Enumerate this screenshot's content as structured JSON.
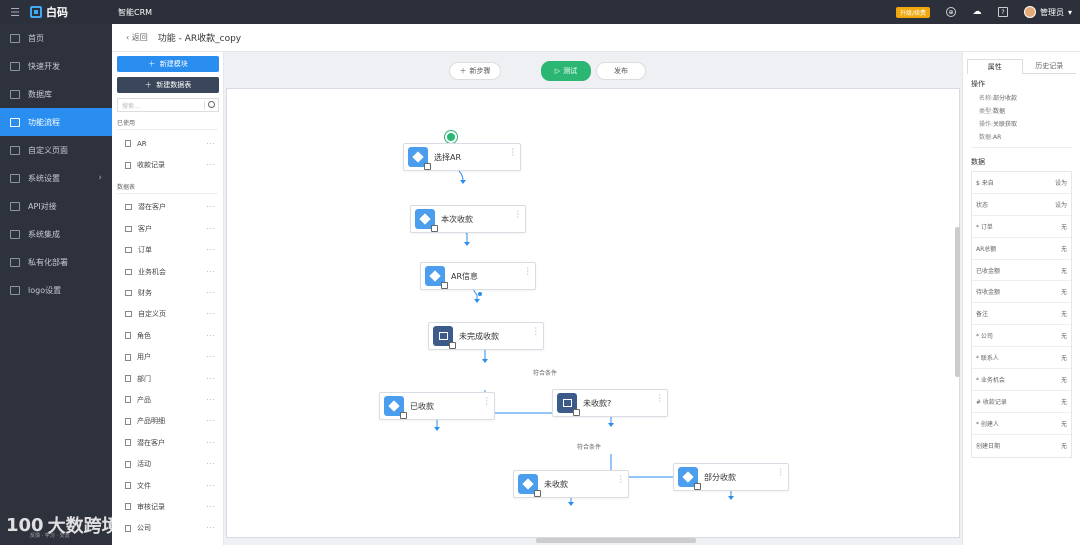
{
  "topbar": {
    "logo_text": "白码",
    "app_name": "智能CRM",
    "upgrade_label": "升级/续费",
    "user_name": "管理员"
  },
  "sidebar": {
    "items": [
      {
        "label": "首页",
        "icon": "home-icon"
      },
      {
        "label": "快速开发",
        "icon": "cube-icon"
      },
      {
        "label": "数据库",
        "icon": "database-icon"
      },
      {
        "label": "功能流程",
        "icon": "flow-icon",
        "active": true
      },
      {
        "label": "自定义页面",
        "icon": "page-icon"
      },
      {
        "label": "系统设置",
        "icon": "settings-icon"
      },
      {
        "label": "API对接",
        "icon": "api-icon"
      },
      {
        "label": "系统集成",
        "icon": "integration-icon"
      },
      {
        "label": "私有化部署",
        "icon": "server-icon"
      },
      {
        "label": "logo设置",
        "icon": "logo-icon"
      }
    ]
  },
  "breadcrumb": {
    "back_label": "返回",
    "title": "功能 - AR收款_copy"
  },
  "leftpanel": {
    "new_module": "新建模块",
    "new_table": "新建数据表",
    "search_placeholder": "搜索...",
    "used_label": "已使用",
    "used_items": [
      "AR",
      "收款记录"
    ],
    "tables_label": "数据表",
    "table_items": [
      "潜在客户",
      "客户",
      "订单",
      "业务机会",
      "财务",
      "自定义页",
      "角色",
      "用户",
      "部门",
      "产品",
      "产品明细",
      "潜在客户",
      "活动",
      "文件",
      "审核记录",
      "公司"
    ]
  },
  "toolbar": {
    "new_step": "新步骤",
    "test": "测试",
    "publish": "发布"
  },
  "flow": {
    "nodes": [
      {
        "label": "选择AR"
      },
      {
        "label": "本次收款"
      },
      {
        "label": "AR信息"
      },
      {
        "label": "未完成收款"
      },
      {
        "label": "已收款"
      },
      {
        "label": "未收款?"
      },
      {
        "label": "未收款"
      },
      {
        "label": "部分收款"
      }
    ],
    "condition_1": "符合条件",
    "condition_2": "符合条件"
  },
  "rightpanel": {
    "tab_props": "属性",
    "tab_history": "历史记录",
    "ops_title": "操作",
    "ops": [
      {
        "k": "名称:",
        "v": "部分收款"
      },
      {
        "k": "类型:",
        "v": "数据"
      },
      {
        "k": "操作:",
        "v": "关联获取"
      },
      {
        "k": "数据:",
        "v": "AR"
      }
    ],
    "data_title": "数据",
    "fields": [
      {
        "name": "$ 来自",
        "val": "设为"
      },
      {
        "name": "状态",
        "val": "设为"
      },
      {
        "name": "* 订单",
        "val": "无"
      },
      {
        "name": "AR总额",
        "val": "无"
      },
      {
        "name": "已收金额",
        "val": "无"
      },
      {
        "name": "待收金额",
        "val": "无"
      },
      {
        "name": "备注",
        "val": "无"
      },
      {
        "name": "* 公司",
        "val": "无"
      },
      {
        "name": "* 联系人",
        "val": "无"
      },
      {
        "name": "* 业务机会",
        "val": "无"
      },
      {
        "name": "# 收款记录",
        "val": "无"
      },
      {
        "name": "* 创建人",
        "val": "无"
      },
      {
        "name": "创建日期",
        "val": "无"
      }
    ]
  },
  "watermark": {
    "logo": "100",
    "text": "大数跨境",
    "sub": "反馈 · 学习 · 交流"
  }
}
